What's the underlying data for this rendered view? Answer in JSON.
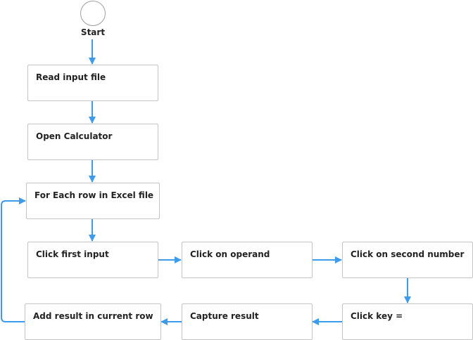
{
  "start": {
    "label": "Start"
  },
  "steps": {
    "read_input": "Read input file",
    "open_calculator": "Open Calculator",
    "for_each": "For Each row in Excel file",
    "click_first": "Click first input",
    "click_operand": "Click on operand",
    "click_second": "Click on second number",
    "click_key": "Click key =",
    "capture_result": "Capture result",
    "add_result": "Add result in current row"
  },
  "colors": {
    "connector": "#3d9be9",
    "node_border": "#c4c4c4",
    "start_border": "#9e9e9e",
    "text": "#222222"
  }
}
